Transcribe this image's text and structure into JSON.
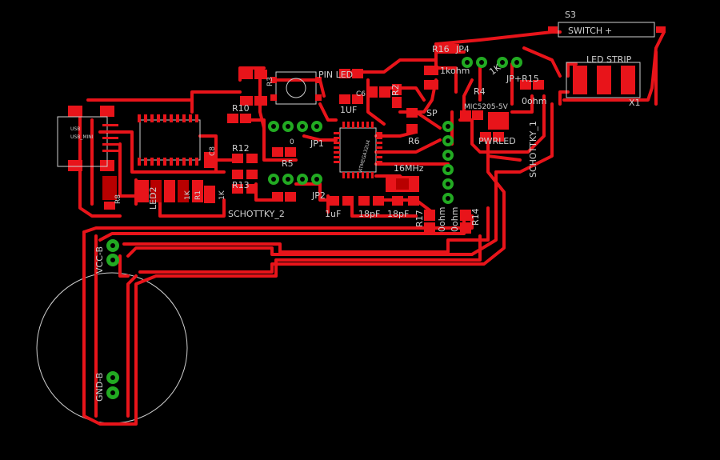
{
  "labels": {
    "s3": "S3",
    "switch": "SWITCH",
    "plus": "+",
    "led_strip": "LED STRIP",
    "x1": "X1",
    "r16": "R16",
    "jp4": "JP4",
    "one_k_ohm": "1kohm",
    "jp_r15": "JP+R15",
    "zero_ohm": "0ohm",
    "one_k": "1K",
    "r4": "R4",
    "pin_led": "PIN LED",
    "r3": "R3",
    "c6": "C6",
    "one_uf": "1UF",
    "r2": "R2",
    "sp": "SP",
    "r6": "R6",
    "r10": "R10",
    "r12": "R12",
    "r5": "R5",
    "r13": "R13",
    "jp1": "JP1",
    "jp2": "JP2",
    "zero": "0",
    "mhz": "16MHz",
    "r17": "R17",
    "r14": "R14",
    "ohm_0a": "0ohm",
    "ohm_0b": "0ohm",
    "pwr_led": "PWRLED",
    "schottky_1": "SCHOTTKY_1",
    "schottky_2": "SCHOTTKY_2",
    "uf_1": "1uF",
    "pf_18a": "18pF",
    "pf_18b": "18pF",
    "led2": "LED2",
    "r8": "R8",
    "r1": "R1",
    "c8": "C8",
    "vcc_b": "VCC-B",
    "gnd_b": "GND-B",
    "ic_label": "ATMEGA32U4",
    "one_k_a": "1K",
    "one_k_b": "1K",
    "vreg": "MIC5205-5V",
    "usb1": "USB",
    "usb2": "USB_MINI"
  },
  "colors": {
    "background": "#000000",
    "trace": "#e8141a",
    "silkscreen": "#cfcfcf",
    "via": "#22aa22"
  }
}
